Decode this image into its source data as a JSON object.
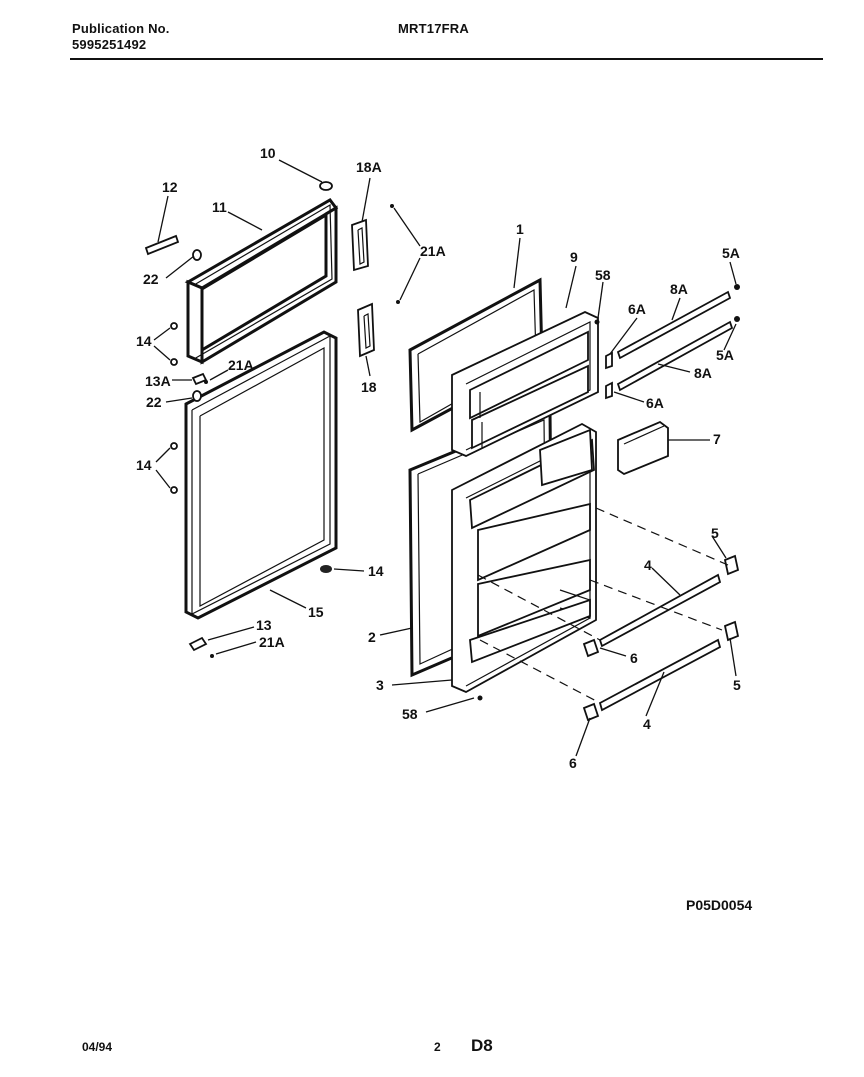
{
  "header": {
    "publication_label": "Publication No.",
    "publication_number": "5995251492",
    "model": "MRT17FRA"
  },
  "diagram": {
    "drawing_code": "P05D0054",
    "callouts": [
      "10",
      "12",
      "11",
      "18A",
      "21A",
      "1",
      "9",
      "58",
      "5A",
      "8A",
      "6A",
      "22",
      "14",
      "13A",
      "21A",
      "22",
      "18",
      "6A",
      "5A",
      "8A",
      "6A",
      "7",
      "14",
      "14",
      "15",
      "5",
      "4",
      "2",
      "6",
      "13",
      "21A",
      "3",
      "5",
      "58",
      "4",
      "6"
    ]
  },
  "footer": {
    "date": "04/94",
    "page": "2",
    "section": "D8"
  }
}
